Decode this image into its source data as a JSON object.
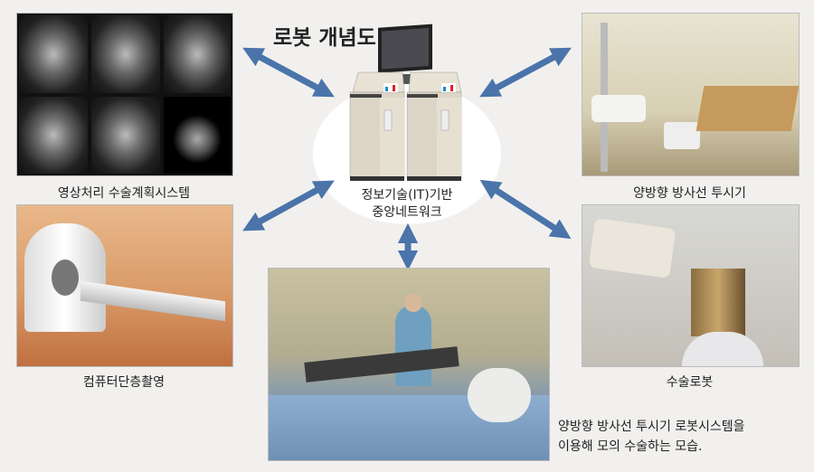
{
  "title": "로봇 개념도",
  "center": {
    "line1": "정보기술(IT)기반",
    "line2": "중앙네트워크"
  },
  "panels": {
    "planning": {
      "caption": "영상처리 수술계획시스템"
    },
    "ct": {
      "caption": "컴퓨터단층촬영"
    },
    "fluoroscope": {
      "caption": "양방향 방사선 투시기"
    },
    "robot": {
      "caption": "수술로봇"
    },
    "surgery": {
      "caption_line1": "양방향 방사선 투시기 로봇시스템을",
      "caption_line2": "이용해 모의 수술하는 모습."
    }
  },
  "colors": {
    "arrow": "#4a74aa",
    "background": "#f1f0ee"
  }
}
